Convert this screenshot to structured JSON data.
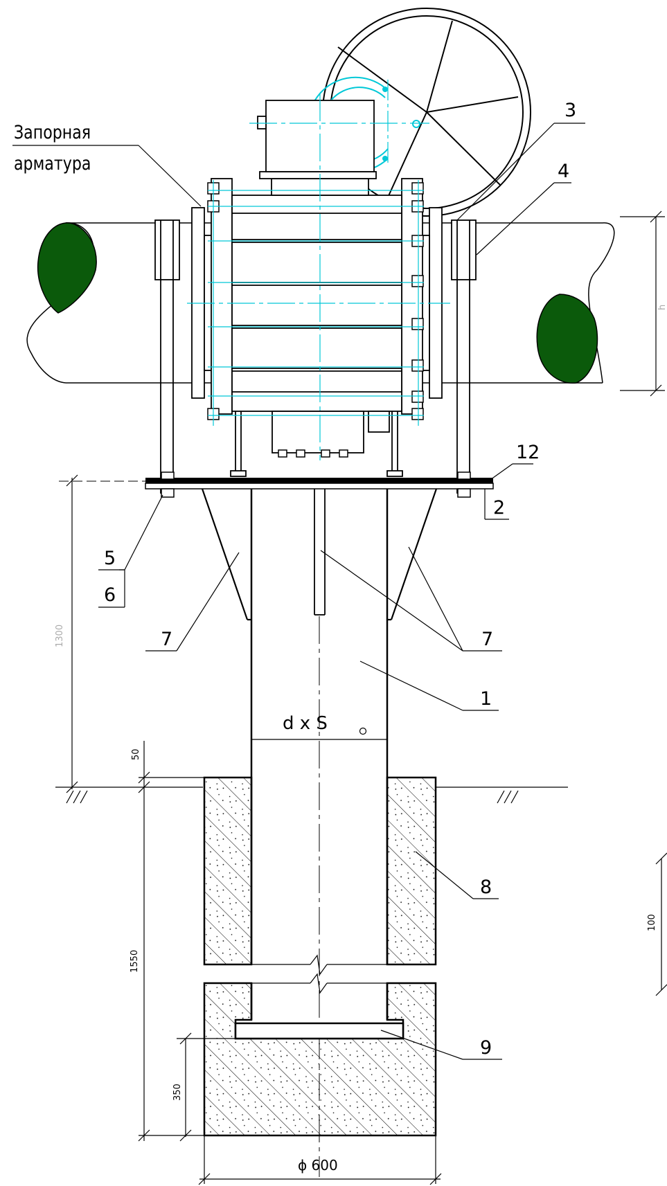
{
  "labels": {
    "valve_line1": "Запорная",
    "valve_line2": "арматура",
    "pipe_size": "d x S",
    "diameter": "ϕ 600"
  },
  "callouts": [
    "1",
    "2",
    "3",
    "4",
    "5",
    "6",
    "7",
    "7",
    "8",
    "9",
    "12"
  ],
  "dimensions": {
    "height_above_ground": "1300",
    "ground_offset": "50",
    "depth": "1550",
    "footing": "350",
    "pipe_height": "h",
    "scale_bar": "100"
  },
  "colors": {
    "line": "#000000",
    "centerline": "#00c8d7",
    "pipe_section": "#0b5a0b",
    "faint": "#aaaaaa"
  }
}
